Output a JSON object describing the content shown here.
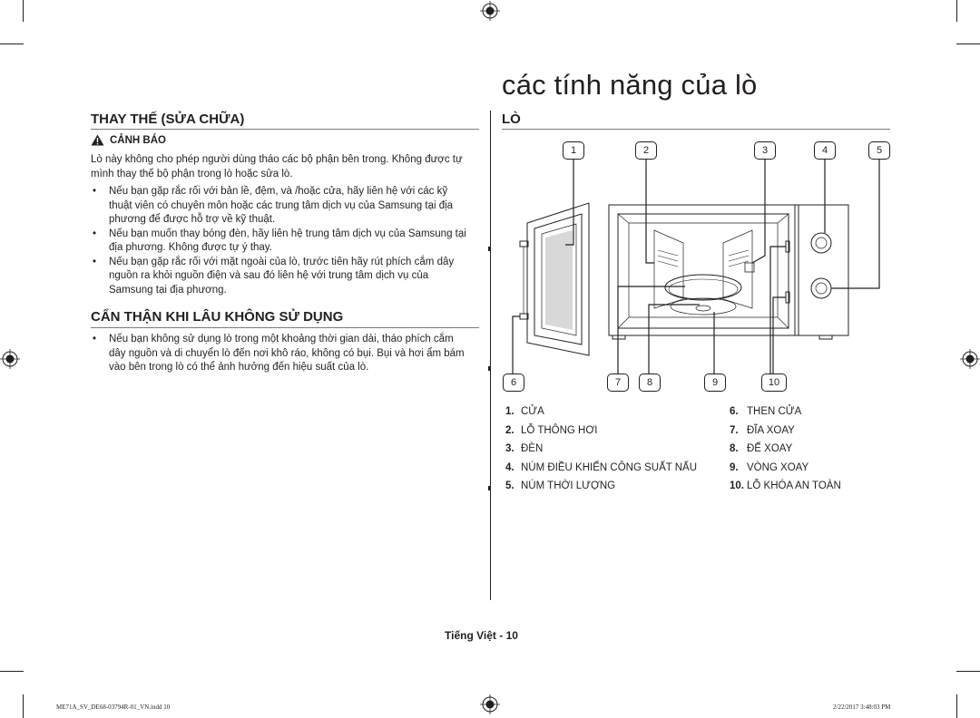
{
  "main_title": "các tính năng của lò",
  "left": {
    "section1_title": "THAY THẾ (SỬA CHỮA)",
    "warning_label": "CẢNH BÁO",
    "intro": "Lò này không cho phép người dùng tháo các bộ phận bên trong. Không được tự mình thay thế bộ phận trong lò hoặc sửa lò.",
    "bullets1": [
      "Nếu bạn gặp rắc rối với bản lề, đệm, và /hoặc cửa, hãy liên hệ với các kỹ thuật viên có chuyên môn hoặc các trung tâm dịch vụ của Samsung tại địa phương để được hỗ trợ về kỹ thuật.",
      "Nếu bạn muốn thay bóng đèn, hãy liên hệ trung tâm dịch vụ của Samsung tại địa phương. Không được tự ý thay.",
      "Nếu bạn gặp rắc rối với mặt ngoài của lò, trước tiên hãy rút phích cắm dây nguồn ra khỏi nguồn điện và sau đó liên hệ với trung tâm dịch vụ của Samsung tại địa phương."
    ],
    "section2_title": "CẨN THẬN KHI LÂU KHÔNG SỬ DỤNG",
    "bullets2": [
      "Nếu bạn không sử dụng lò trong một khoảng thời gian dài, tháo phích cắm dây nguồn và di chuyển lò đến nơi khô ráo, không có bụi. Bụi và hơi ẩm bám vào bên trong lò có thể ảnh hưởng đến hiệu suất của lò."
    ]
  },
  "right": {
    "section_title": "LÒ",
    "callouts_top": [
      "1",
      "2",
      "3",
      "4",
      "5"
    ],
    "callouts_bottom": [
      "6",
      "7",
      "8",
      "9",
      "10"
    ],
    "legend_left": [
      {
        "num": "1.",
        "label": "CỬA"
      },
      {
        "num": "2.",
        "label": "LỖ THÔNG HƠI"
      },
      {
        "num": "3.",
        "label": "ĐÈN"
      },
      {
        "num": "4.",
        "label": "NÚM ĐIỀU KHIỂN CÔNG SUẤT NẤU"
      },
      {
        "num": "5.",
        "label": "NÚM THỜI LƯỢNG"
      }
    ],
    "legend_right": [
      {
        "num": "6.",
        "label": "THEN CỬA"
      },
      {
        "num": "7.",
        "label": "ĐĨA XOAY"
      },
      {
        "num": "8.",
        "label": "ĐẾ XOAY"
      },
      {
        "num": "9.",
        "label": "VÒNG XOAY"
      },
      {
        "num": "10.",
        "label": "LỖ KHÓA AN TOÀN"
      }
    ]
  },
  "footer": {
    "page_label": "Tiếng Việt - 10",
    "slug_left": "ME71A_SV_DE68-03794R-01_VN.indd   10",
    "slug_right": "2/22/2017   3:48:03 PM"
  }
}
